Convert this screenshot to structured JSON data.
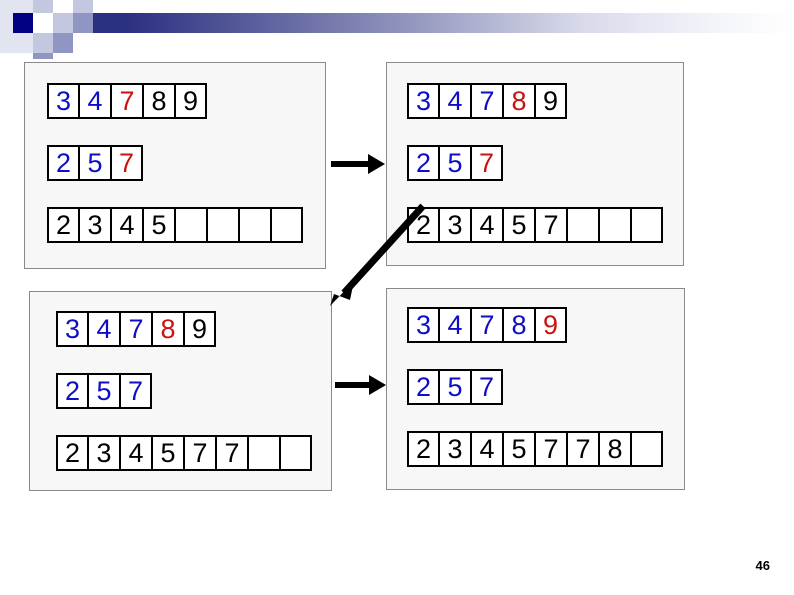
{
  "slide": {
    "page_number": "46",
    "background_color": "#ffffff",
    "panel_background": "#f7f7f7",
    "colors": {
      "blue": "#0e0ec8",
      "red": "#cc1111",
      "black": "#000000",
      "header_navy": "#000080",
      "header_gradient_start": "#2b2f80",
      "header_gradient_end": "#ffffff"
    }
  },
  "header": {
    "decoration_name": "powerpoint-header-band",
    "squares": [
      {
        "name": "sq-navy",
        "color": "#000080"
      },
      {
        "name": "sq-mid",
        "color": "#9096c4"
      },
      {
        "name": "sq-light",
        "color": "#c3c7df"
      },
      {
        "name": "sq-pale",
        "color": "#e2e4ef"
      }
    ]
  },
  "panels": [
    {
      "id": "panel-tl",
      "name": "step-1-panel",
      "rows": [
        {
          "name": "array-a",
          "cells": [
            {
              "value": "3",
              "color": "blue"
            },
            {
              "value": "4",
              "color": "blue"
            },
            {
              "value": "7",
              "color": "red"
            },
            {
              "value": "8",
              "color": "black"
            },
            {
              "value": "9",
              "color": "black"
            }
          ]
        },
        {
          "name": "array-b",
          "cells": [
            {
              "value": "2",
              "color": "blue"
            },
            {
              "value": "5",
              "color": "blue"
            },
            {
              "value": "7",
              "color": "red"
            }
          ]
        },
        {
          "name": "array-merged",
          "cells": [
            {
              "value": "2",
              "color": "black"
            },
            {
              "value": "3",
              "color": "black"
            },
            {
              "value": "4",
              "color": "black"
            },
            {
              "value": "5",
              "color": "black"
            },
            {
              "value": "",
              "color": "black"
            },
            {
              "value": "",
              "color": "black"
            },
            {
              "value": "",
              "color": "black"
            },
            {
              "value": "",
              "color": "black"
            }
          ]
        }
      ]
    },
    {
      "id": "panel-tr",
      "name": "step-2-panel",
      "rows": [
        {
          "name": "array-a",
          "cells": [
            {
              "value": "3",
              "color": "blue"
            },
            {
              "value": "4",
              "color": "blue"
            },
            {
              "value": "7",
              "color": "blue"
            },
            {
              "value": "8",
              "color": "red"
            },
            {
              "value": "9",
              "color": "black"
            }
          ]
        },
        {
          "name": "array-b",
          "cells": [
            {
              "value": "2",
              "color": "blue"
            },
            {
              "value": "5",
              "color": "blue"
            },
            {
              "value": "7",
              "color": "red"
            }
          ]
        },
        {
          "name": "array-merged",
          "cells": [
            {
              "value": "2",
              "color": "black"
            },
            {
              "value": "3",
              "color": "black"
            },
            {
              "value": "4",
              "color": "black"
            },
            {
              "value": "5",
              "color": "black"
            },
            {
              "value": "7",
              "color": "black"
            },
            {
              "value": "",
              "color": "black"
            },
            {
              "value": "",
              "color": "black"
            },
            {
              "value": "",
              "color": "black"
            }
          ]
        }
      ]
    },
    {
      "id": "panel-bl",
      "name": "step-3-panel",
      "rows": [
        {
          "name": "array-a",
          "cells": [
            {
              "value": "3",
              "color": "blue"
            },
            {
              "value": "4",
              "color": "blue"
            },
            {
              "value": "7",
              "color": "blue"
            },
            {
              "value": "8",
              "color": "red"
            },
            {
              "value": "9",
              "color": "black"
            }
          ]
        },
        {
          "name": "array-b",
          "cells": [
            {
              "value": "2",
              "color": "blue"
            },
            {
              "value": "5",
              "color": "blue"
            },
            {
              "value": "7",
              "color": "blue"
            }
          ]
        },
        {
          "name": "array-merged",
          "cells": [
            {
              "value": "2",
              "color": "black"
            },
            {
              "value": "3",
              "color": "black"
            },
            {
              "value": "4",
              "color": "black"
            },
            {
              "value": "5",
              "color": "black"
            },
            {
              "value": "7",
              "color": "black"
            },
            {
              "value": "7",
              "color": "black"
            },
            {
              "value": "",
              "color": "black"
            },
            {
              "value": "",
              "color": "black"
            }
          ]
        }
      ]
    },
    {
      "id": "panel-br",
      "name": "step-4-panel",
      "rows": [
        {
          "name": "array-a",
          "cells": [
            {
              "value": "3",
              "color": "blue"
            },
            {
              "value": "4",
              "color": "blue"
            },
            {
              "value": "7",
              "color": "blue"
            },
            {
              "value": "8",
              "color": "blue"
            },
            {
              "value": "9",
              "color": "red"
            }
          ]
        },
        {
          "name": "array-b",
          "cells": [
            {
              "value": "2",
              "color": "blue"
            },
            {
              "value": "5",
              "color": "blue"
            },
            {
              "value": "7",
              "color": "blue"
            }
          ]
        },
        {
          "name": "array-merged",
          "cells": [
            {
              "value": "2",
              "color": "black"
            },
            {
              "value": "3",
              "color": "black"
            },
            {
              "value": "4",
              "color": "black"
            },
            {
              "value": "5",
              "color": "black"
            },
            {
              "value": "7",
              "color": "black"
            },
            {
              "value": "7",
              "color": "black"
            },
            {
              "value": "8",
              "color": "black"
            },
            {
              "value": "",
              "color": "black"
            }
          ]
        }
      ]
    }
  ],
  "arrows": [
    {
      "name": "arrow-step1-to-step2",
      "type": "horizontal"
    },
    {
      "name": "arrow-step2-to-step3",
      "type": "diagonal"
    },
    {
      "name": "arrow-step3-to-step4",
      "type": "horizontal"
    }
  ]
}
